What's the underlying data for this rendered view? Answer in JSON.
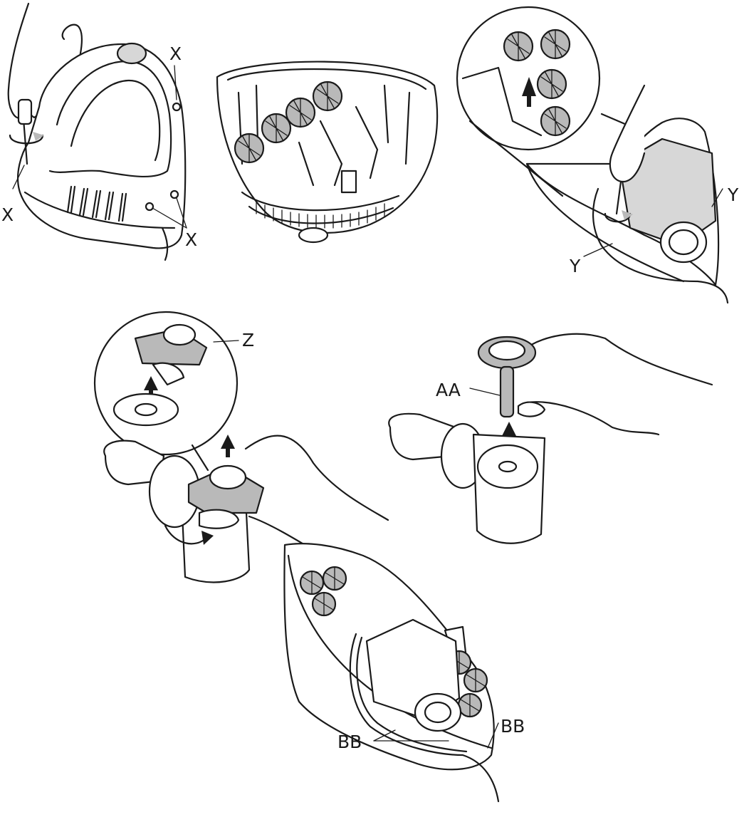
{
  "colors": {
    "line": "#1a1a1a",
    "shade": "#d7d7d7",
    "shade_dark": "#b9b9b9",
    "background": "#ffffff"
  },
  "labels": {
    "x": "X",
    "y": "Y",
    "z": "Z",
    "aa": "AA",
    "bb": "BB"
  }
}
